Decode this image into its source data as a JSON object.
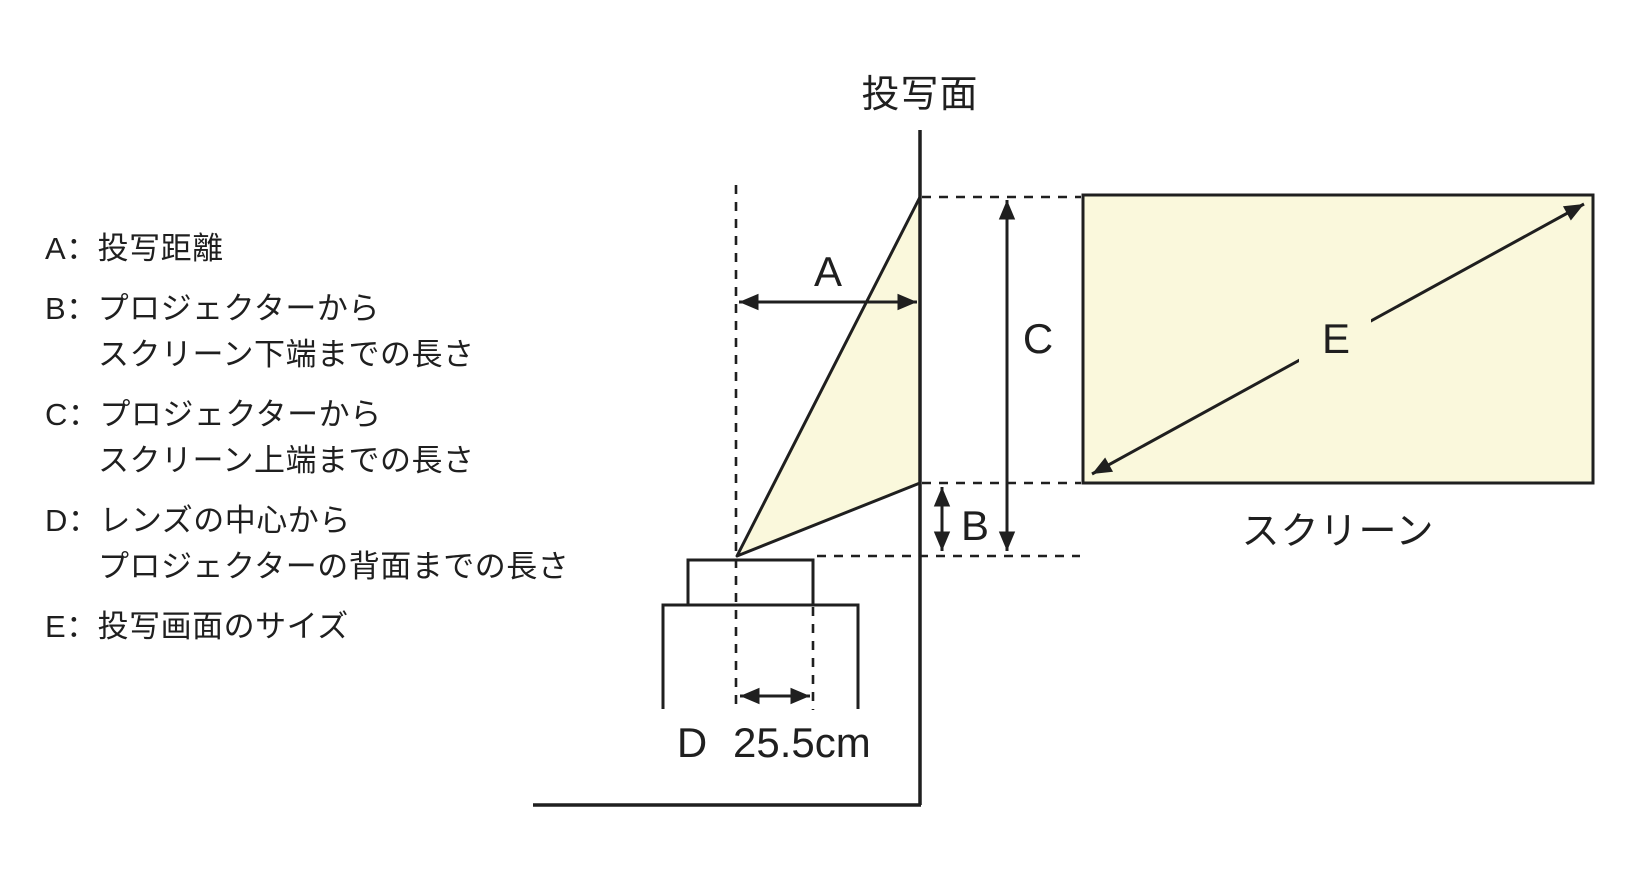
{
  "colors": {
    "background": "#ffffff",
    "line": "#1f1f1f",
    "beam_fill": "#faf8dc",
    "screen_fill": "#faf8dc"
  },
  "legend": {
    "items": [
      {
        "lines": [
          "A：投写距離"
        ]
      },
      {
        "lines": [
          "B：プロジェクターから",
          "スクリーン下端までの長さ"
        ]
      },
      {
        "lines": [
          "C：プロジェクターから",
          "スクリーン上端までの長さ"
        ]
      },
      {
        "lines": [
          "D：レンズの中心から",
          "プロジェクターの背面までの長さ"
        ]
      },
      {
        "lines": [
          "E：投写画面のサイズ"
        ]
      }
    ]
  },
  "diagram": {
    "projection_surface_label": "投写面",
    "screen_label": "スクリーン",
    "dims": {
      "a": "A",
      "b": "B",
      "c": "C",
      "d": "D",
      "e": "E",
      "d_value": "25.5cm"
    }
  }
}
